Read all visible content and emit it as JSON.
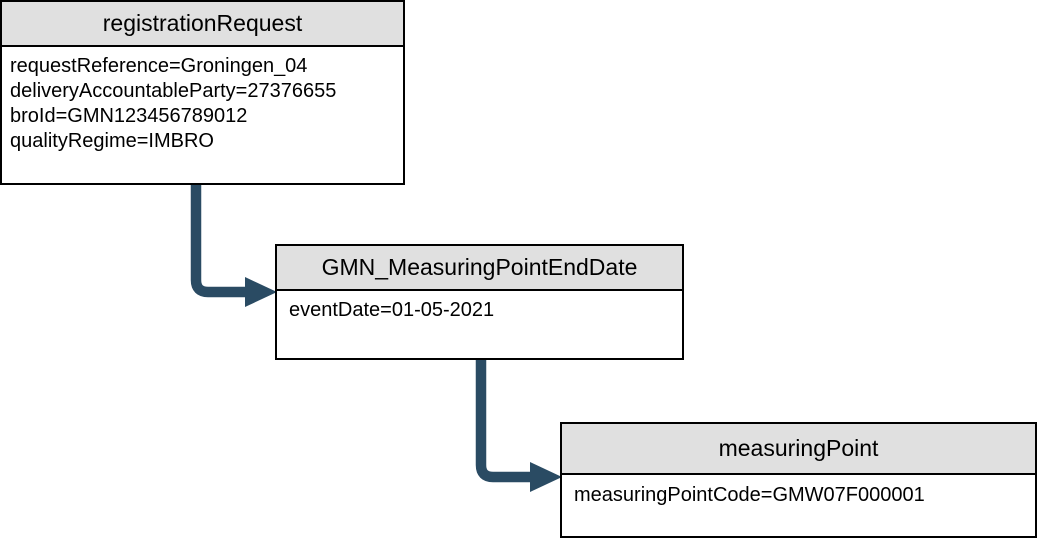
{
  "diagram": {
    "type": "object-diagram",
    "background_color": "#ffffff",
    "header_fill": "#e0e0e0",
    "border_color": "#000000",
    "connector_color": "#2a4b63",
    "boxes": [
      {
        "id": "registrationRequest",
        "title": "registrationRequest",
        "attributes": [
          "requestReference=Groningen_04",
          "deliveryAccountableParty=27376655",
          "broId=GMN123456789012",
          "qualityRegime=IMBRO"
        ]
      },
      {
        "id": "GMN_MeasuringPointEndDate",
        "title": "GMN_MeasuringPointEndDate",
        "attributes": [
          "eventDate=01-05-2021"
        ]
      },
      {
        "id": "measuringPoint",
        "title": "measuringPoint",
        "attributes": [
          "measuringPointCode=GMW07F000001"
        ]
      }
    ],
    "connectors": [
      {
        "id": "conn-1",
        "from": "registrationRequest",
        "to": "GMN_MeasuringPointEndDate",
        "style": "elbow-arrow"
      },
      {
        "id": "conn-2",
        "from": "GMN_MeasuringPointEndDate",
        "to": "measuringPoint",
        "style": "elbow-arrow"
      }
    ]
  }
}
